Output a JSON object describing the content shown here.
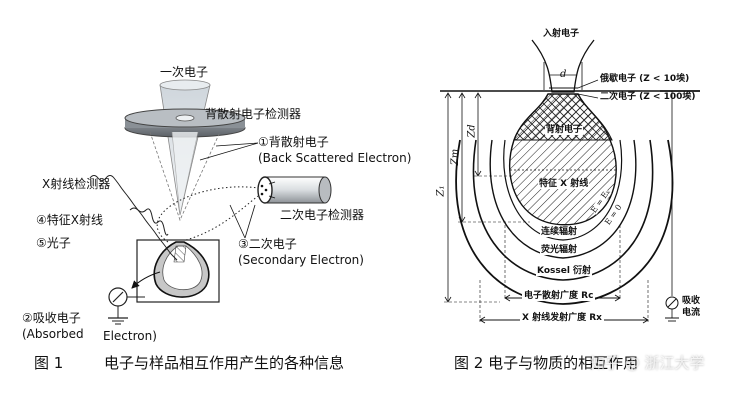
{
  "figure1": {
    "labels": {
      "primary_electron": "一次电子",
      "bse_detector": "背散射电子检测器",
      "bse": "①背散射电子",
      "bse_en": "(Back Scattered Electron)",
      "xray_detector": "X射线检测器",
      "characteristic_xray": "④特征X射线",
      "photon": "⑤光子",
      "se_detector": "二次电子检测器",
      "se": "③二次电子",
      "se_en": "(Secondary Electron)",
      "absorbed": "②吸收电子",
      "absorbed_en": "(Absorbed",
      "electron_en": "Electron)"
    },
    "caption_num": "图 1",
    "caption_text": "电子与样品相互作用产生的各种信息"
  },
  "figure2": {
    "labels": {
      "incident": "入射电子",
      "d": "d",
      "auger": "俄歇电子 (Z < 10埃)",
      "secondary": "二次电子 (Z < 100埃)",
      "backscatter": "背射电子",
      "xray": "特征 X 射线",
      "e_ek": "E = Eₖ",
      "e_zero": "E = 0",
      "continuous": "连续辐射",
      "fluorescence": "荧光辐射",
      "kossel": "Kossel 衍射",
      "z1": "Z₁",
      "zm": "Zm",
      "zd": "Zd",
      "rc": "电子散射广度 Rc",
      "rx": "X 射线发射广度 Rx",
      "absorbed_1": "吸收",
      "absorbed_2": "电流"
    },
    "caption_text": "图 2  电子与物质的相互作用",
    "watermark": "知乎 @ 浙江大学"
  }
}
